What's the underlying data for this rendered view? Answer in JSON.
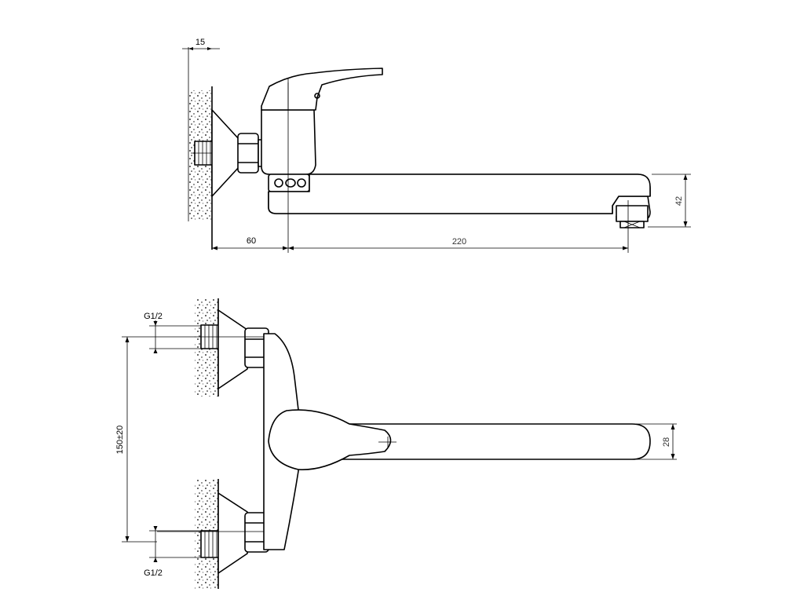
{
  "dimensions": {
    "wall_thickness": "15",
    "center_offset": "60",
    "spout_reach": "220",
    "spout_height": "42",
    "spout_width": "28",
    "inlet_spacing": "150±20",
    "thread_top": "G1/2",
    "thread_bottom": "G1/2"
  },
  "colors": {
    "line": "#000000",
    "background": "#ffffff"
  }
}
